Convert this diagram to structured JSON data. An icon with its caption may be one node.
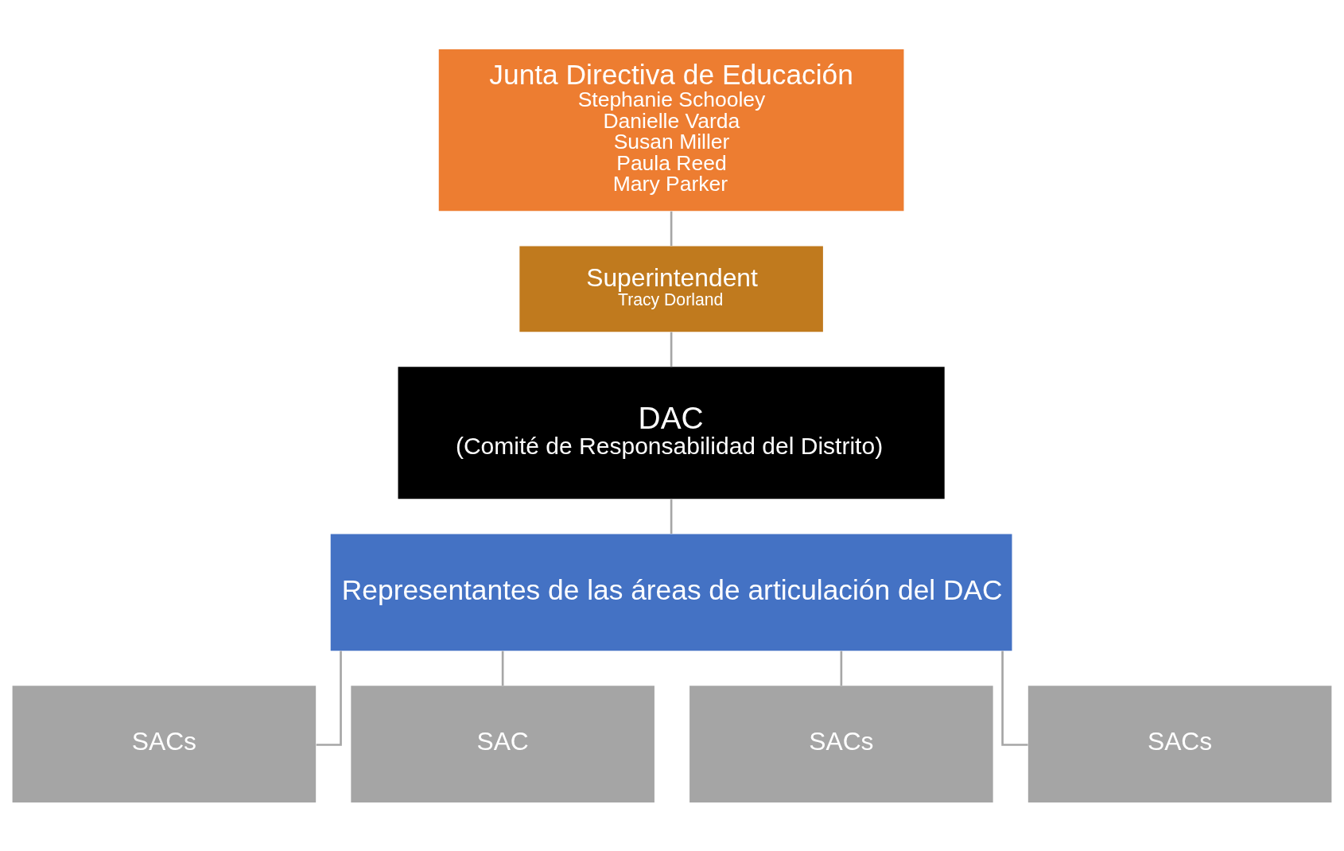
{
  "diagram": {
    "nodes": [
      {
        "text": [
          "Junta Directiva de Educación",
          "Stephanie Schooley",
          "Danielle Varda",
          "Susan Miller",
          "Paula Reed",
          "Mary Parker"
        ]
      },
      {
        "text": [
          "Superintendent",
          "Tracy Dorland"
        ]
      },
      {
        "text": [
          "DAC",
          "(Comité de Responsabilidad del Distrito)"
        ]
      },
      {
        "text": [
          "Representantes de las áreas de articulación del DAC"
        ]
      },
      {
        "text": [
          "SACs"
        ]
      },
      {
        "text": [
          "SAC"
        ]
      },
      {
        "text": [
          "SACs"
        ]
      },
      {
        "text": [
          "SACs"
        ]
      }
    ],
    "edges": [
      {
        "from": 0,
        "to": 1,
        "arrow": "none"
      },
      {
        "from": 1,
        "to": 2,
        "arrow": "none"
      },
      {
        "from": 2,
        "to": 3,
        "arrow": "none"
      },
      {
        "from": 3,
        "to": 4,
        "arrow": "none"
      },
      {
        "from": 3,
        "to": 5,
        "arrow": "none"
      },
      {
        "from": 3,
        "to": 6,
        "arrow": "none"
      },
      {
        "from": 3,
        "to": 7,
        "arrow": "none"
      }
    ]
  }
}
